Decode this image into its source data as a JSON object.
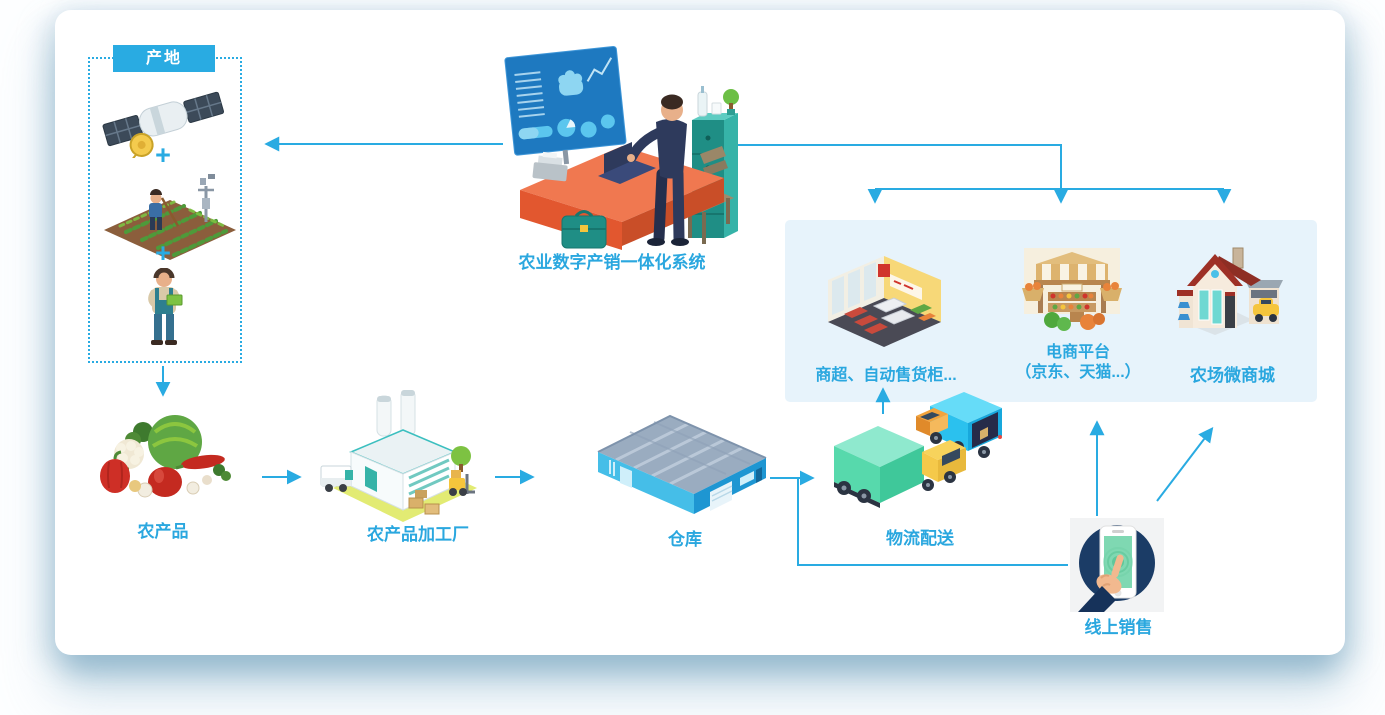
{
  "diagram": {
    "accent_color": "#29ABE2",
    "panel_color": "#E7F3FB",
    "origin": {
      "title": "产地",
      "plus1": "+",
      "plus2": "+",
      "icons": [
        "satellite-icon",
        "farm-field-icon",
        "farmer-icon"
      ]
    },
    "system": {
      "label": "农业数字产销一体化系统",
      "icon": "control-desk-icon"
    },
    "flow": [
      {
        "id": "produce",
        "label": "农产品",
        "icon": "vegetables-icon"
      },
      {
        "id": "factory",
        "label": "农产品加工厂",
        "icon": "factory-icon"
      },
      {
        "id": "warehouse",
        "label": "仓库",
        "icon": "warehouse-icon"
      },
      {
        "id": "logistics",
        "label": "物流配送",
        "icon": "trucks-icon"
      }
    ],
    "channels": [
      {
        "id": "supermarket",
        "label": "商超、自动售货柜...",
        "icon": "supermarket-icon"
      },
      {
        "id": "ecommerce",
        "label_line1": "电商平台",
        "label_line2": "（京东、天猫...）",
        "icon": "market-stall-icon"
      },
      {
        "id": "farm_mall",
        "label": "农场微商城",
        "icon": "farm-store-icon"
      }
    ],
    "online_sales": {
      "label": "线上销售",
      "icon": "phone-tap-icon"
    }
  }
}
